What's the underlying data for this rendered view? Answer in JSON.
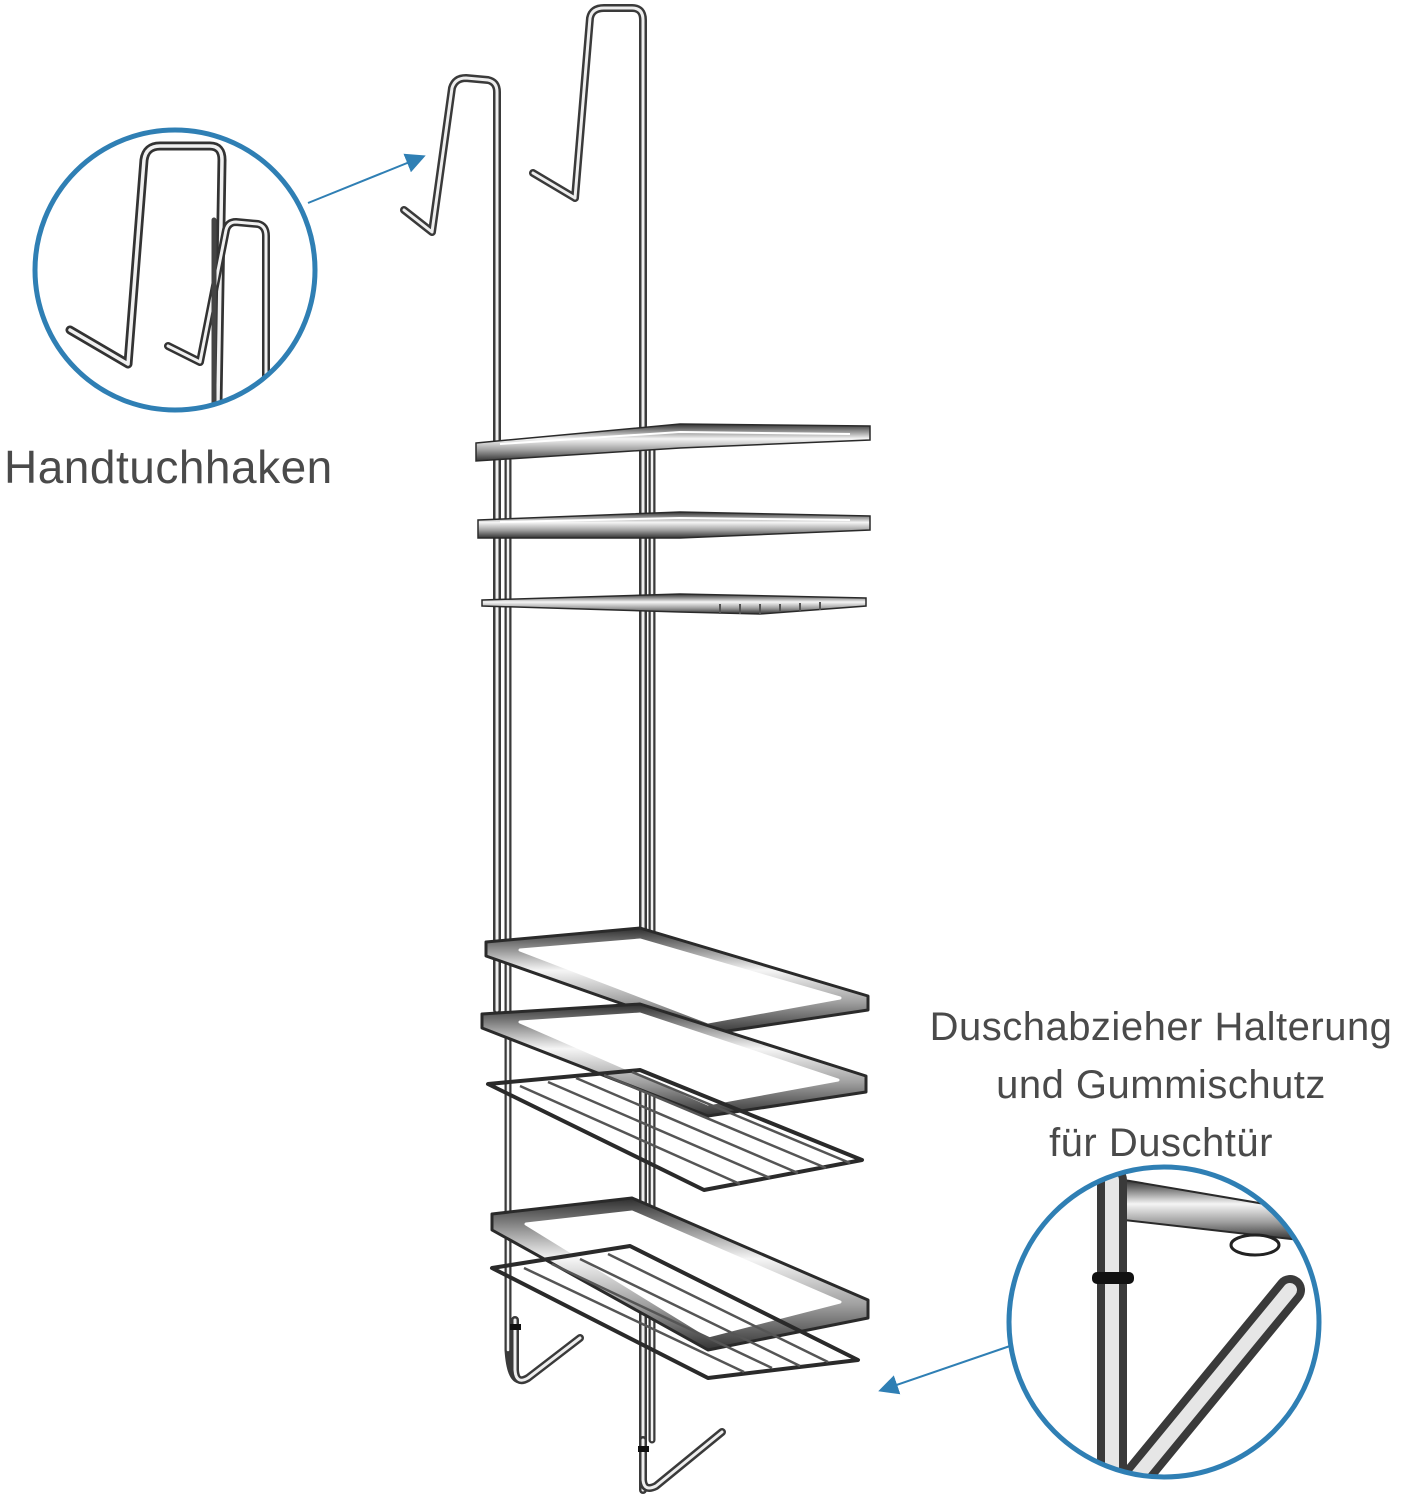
{
  "labels": {
    "towel_hook": "Handtuchhaken",
    "squeegee_line1": "Duschabzieher Halterung",
    "squeegee_line2": "und Gummischutz",
    "squeegee_line3": "für Duschtür"
  },
  "colors": {
    "callout_ring": "#2f7fb4",
    "arrow": "#2f7fb4",
    "chrome_dark": "#2b2b2b",
    "chrome_light": "#e8e8e8",
    "text": "#4a4a4a"
  },
  "icons": {
    "towel_arrow": "arrow-right-up-icon",
    "squeegee_arrow": "arrow-left-down-icon"
  }
}
